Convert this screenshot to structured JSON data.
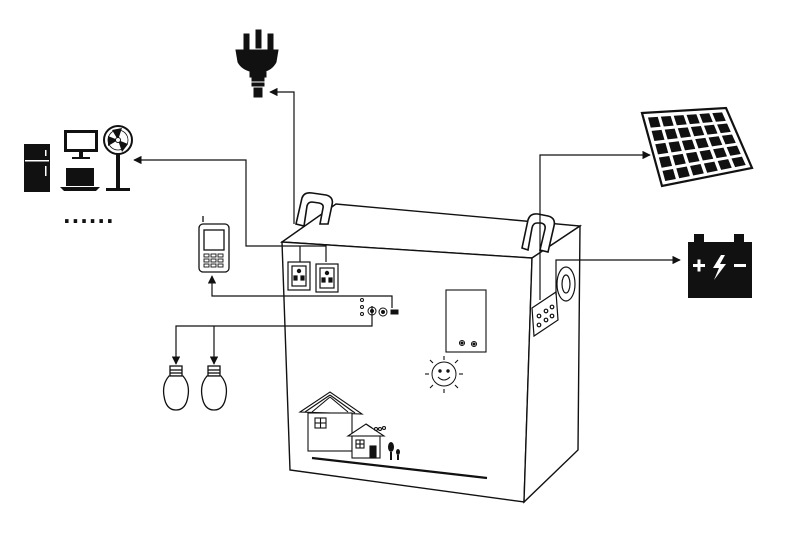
{
  "diagram": {
    "subject": "solar-power-station-connections",
    "more_appliances_text": "......",
    "connections": [
      {
        "from": "ac-outlets",
        "to": "wall-plug"
      },
      {
        "from": "ac-outlets",
        "to": "home-appliances"
      },
      {
        "from": "usb-port",
        "to": "mobile-phone"
      },
      {
        "from": "dc-outputs",
        "to": "light-bulbs"
      },
      {
        "from": "side-input-panel",
        "to": "solar-panel"
      },
      {
        "from": "side-input-panel",
        "to": "external-battery"
      }
    ],
    "icons": [
      "plug-icon",
      "fridge-icon",
      "monitor-icon",
      "fan-icon",
      "laptop-icon",
      "phone-icon",
      "bulb-icon",
      "solar-panel-icon",
      "battery-icon",
      "sun-icon",
      "house-icon"
    ],
    "colors": {
      "line": "#111111",
      "background": "#ffffff",
      "battery_fill": "#111111"
    }
  }
}
